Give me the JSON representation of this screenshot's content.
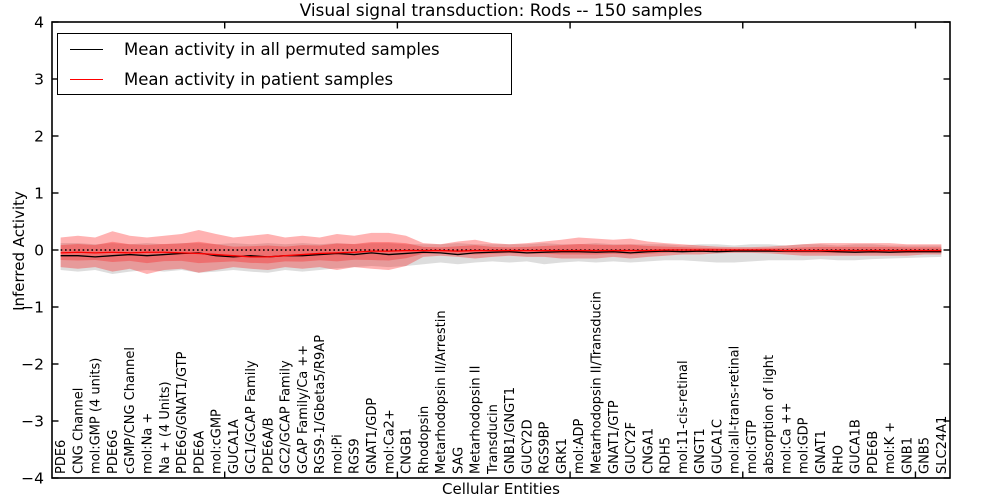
{
  "chart_data": {
    "type": "line",
    "title": "Visual signal transduction: Rods -- 150 samples",
    "xlabel": "Cellular Entities",
    "ylabel": "Inferred Activity",
    "ylim": [
      -4,
      4
    ],
    "yticks": [
      4,
      3,
      2,
      1,
      0,
      -1,
      -2,
      -3,
      -4
    ],
    "xticks_unlabeled": [
      10,
      20,
      30,
      40,
      50
    ],
    "grid": false,
    "legend_position": "upper left",
    "zero_line": {
      "value": 0,
      "style": "dotted",
      "color": "#000000"
    },
    "categories": [
      "PDE6",
      "CNG Channel",
      "mol:GMP (4 units)",
      "PDE6G",
      "cGMP/CNG Channel",
      "mol:Na +",
      "Na + (4 Units)",
      "PDE6G/GNAT1/GTP",
      "PDE6A",
      "mol:cGMP",
      "GUCA1A",
      "GC1/GCAP Family",
      "PDE6A/B",
      "GC2/GCAP Family",
      "GCAP Family/Ca ++",
      "RGS9-1/Gbeta5/R9AP",
      "mol:Pi",
      "RGS9",
      "GNAT1/GDP",
      "mol:Ca2+",
      "CNGB1",
      "Rhodopsin",
      "Metarhodopsin II/Arrestin",
      "SAG",
      "Metarhodopsin II",
      "Transducin",
      "GNB1/GNGT1",
      "GUCY2D",
      "RGS9BP",
      "GRK1",
      "mol:ADP",
      "Metarhodopsin II/Transducin",
      "GNAT1/GTP",
      "GUCY2F",
      "CNGA1",
      "RDH5",
      "mol:11-cis-retinal",
      "GNGT1",
      "GUCA1C",
      "mol:all-trans-retinal",
      "mol:GTP",
      "absorption of light",
      "mol:Ca ++",
      "mol:GDP",
      "GNAT1",
      "RHO",
      "GUCA1B",
      "PDE6B",
      "mol:K +",
      "GNB1",
      "GNB5",
      "SLC24A1"
    ],
    "series": [
      {
        "name": "Mean activity in all permuted samples",
        "color": "#000000",
        "values": [
          -0.1,
          -0.1,
          -0.12,
          -0.1,
          -0.08,
          -0.1,
          -0.08,
          -0.06,
          -0.05,
          -0.1,
          -0.12,
          -0.1,
          -0.12,
          -0.1,
          -0.1,
          -0.08,
          -0.06,
          -0.08,
          -0.05,
          -0.08,
          -0.06,
          -0.04,
          -0.05,
          -0.08,
          -0.05,
          -0.04,
          -0.03,
          -0.05,
          -0.04,
          -0.03,
          -0.03,
          -0.04,
          -0.03,
          -0.05,
          -0.03,
          -0.02,
          -0.03,
          -0.02,
          -0.03,
          -0.02,
          -0.02,
          -0.02,
          -0.02,
          -0.02,
          -0.02,
          -0.03,
          -0.04,
          -0.03,
          -0.04,
          -0.03,
          -0.03,
          -0.03
        ]
      },
      {
        "name": "Mean activity in patient samples",
        "color": "#ff0000",
        "values": [
          -0.05,
          -0.04,
          -0.05,
          -0.04,
          -0.05,
          -0.04,
          -0.04,
          -0.05,
          -0.06,
          -0.08,
          -0.1,
          -0.12,
          -0.12,
          -0.1,
          -0.08,
          -0.06,
          -0.05,
          -0.04,
          -0.02,
          -0.02,
          -0.01,
          -0.01,
          -0.01,
          -0.02,
          -0.01,
          -0.01,
          -0.01,
          -0.01,
          -0.01,
          -0.01,
          -0.01,
          -0.01,
          -0.01,
          -0.01,
          -0.01,
          0,
          0,
          0,
          0,
          0,
          0,
          0,
          -0.01,
          -0.01,
          -0.01,
          -0.01,
          -0.01,
          -0.01,
          -0.01,
          -0.01,
          -0.01,
          -0.01
        ]
      }
    ],
    "bands": [
      {
        "name": "permuted-samples-band",
        "color": "#aaaaaa",
        "opacity": 0.4,
        "upper": [
          0.12,
          0.12,
          0.1,
          0.12,
          0.1,
          0.12,
          0.1,
          0.12,
          0.12,
          0.1,
          0.12,
          0.1,
          0.12,
          0.1,
          0.12,
          0.1,
          0.12,
          0.1,
          0.12,
          0.12,
          0.1,
          0.1,
          0.1,
          0.12,
          0.1,
          0.1,
          0.1,
          0.1,
          0.12,
          0.1,
          0.1,
          0.12,
          0.1,
          0.1,
          0.1,
          0.1,
          0.08,
          0.1,
          0.1,
          0.08,
          0.1,
          0.1,
          0.08,
          0.1,
          0.1,
          0.08,
          0.1,
          0.1,
          0.08,
          0.08,
          0.08,
          0.08
        ],
        "lower": [
          -0.35,
          -0.38,
          -0.35,
          -0.42,
          -0.38,
          -0.35,
          -0.38,
          -0.35,
          -0.4,
          -0.38,
          -0.35,
          -0.38,
          -0.4,
          -0.35,
          -0.38,
          -0.35,
          -0.32,
          -0.3,
          -0.28,
          -0.3,
          -0.28,
          -0.25,
          -0.22,
          -0.25,
          -0.22,
          -0.2,
          -0.22,
          -0.2,
          -0.25,
          -0.22,
          -0.2,
          -0.22,
          -0.2,
          -0.22,
          -0.2,
          -0.18,
          -0.18,
          -0.2,
          -0.22,
          -0.22,
          -0.2,
          -0.18,
          -0.18,
          -0.18,
          -0.16,
          -0.18,
          -0.18,
          -0.16,
          -0.15,
          -0.14,
          -0.13,
          -0.12
        ]
      },
      {
        "name": "patient-samples-band",
        "color": "#ff0000",
        "opacity": 0.3,
        "inner_layer_scale": 0.5,
        "inner_layer_opacity": 0.28,
        "center_series": 1,
        "upper": [
          0.22,
          0.25,
          0.22,
          0.33,
          0.25,
          0.22,
          0.25,
          0.28,
          0.35,
          0.28,
          0.22,
          0.25,
          0.28,
          0.22,
          0.25,
          0.22,
          0.28,
          0.25,
          0.3,
          0.3,
          0.25,
          0.12,
          0.1,
          0.15,
          0.18,
          0.12,
          0.1,
          0.12,
          0.15,
          0.18,
          0.22,
          0.2,
          0.18,
          0.2,
          0.15,
          0.12,
          0.1,
          0.08,
          0.06,
          0.05,
          0.05,
          0.06,
          0.08,
          0.1,
          0.12,
          0.12,
          0.12,
          0.12,
          0.12,
          0.1,
          0.1,
          0.1
        ],
        "lower": [
          -0.3,
          -0.33,
          -0.3,
          -0.38,
          -0.33,
          -0.42,
          -0.35,
          -0.33,
          -0.4,
          -0.35,
          -0.3,
          -0.33,
          -0.35,
          -0.3,
          -0.33,
          -0.3,
          -0.35,
          -0.3,
          -0.33,
          -0.35,
          -0.28,
          -0.12,
          -0.1,
          -0.12,
          -0.15,
          -0.12,
          -0.1,
          -0.12,
          -0.12,
          -0.15,
          -0.15,
          -0.15,
          -0.12,
          -0.15,
          -0.12,
          -0.1,
          -0.08,
          -0.08,
          -0.06,
          -0.05,
          -0.05,
          -0.06,
          -0.08,
          -0.1,
          -0.1,
          -0.1,
          -0.1,
          -0.1,
          -0.1,
          -0.1,
          -0.08,
          -0.08
        ]
      }
    ]
  }
}
